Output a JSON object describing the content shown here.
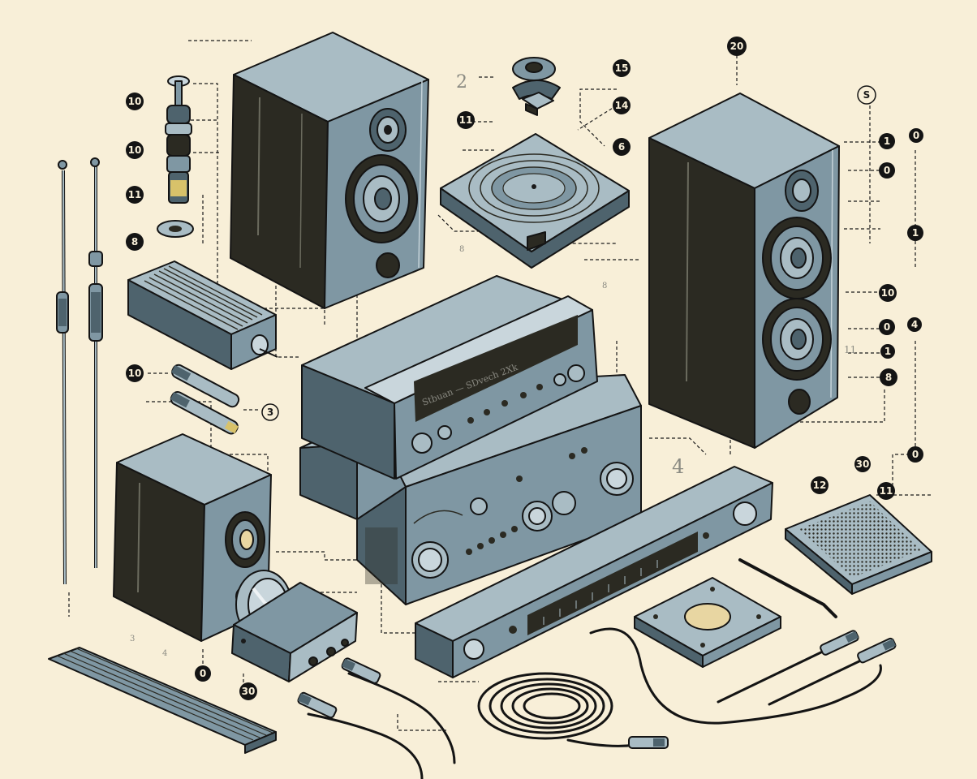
{
  "colors": {
    "background": "#f8efd8",
    "ink": "#141414",
    "steel": "#7f97a3",
    "steel_light": "#a9bcc4",
    "steel_dark": "#4e636d",
    "panel_dark": "#2b2a22"
  },
  "receiver_label": "Stbuan — SDvech 2Xk",
  "faint_marks": [
    "2",
    "4",
    "11",
    "3",
    "4",
    "8",
    "8"
  ],
  "callouts": [
    {
      "id": "c1",
      "label": "10",
      "style": "filled"
    },
    {
      "id": "c2",
      "label": "10",
      "style": "filled"
    },
    {
      "id": "c3",
      "label": "11",
      "style": "filled"
    },
    {
      "id": "c4",
      "label": "8",
      "style": "filled"
    },
    {
      "id": "c5",
      "label": "11",
      "style": "filled"
    },
    {
      "id": "c6",
      "label": "15",
      "style": "filled"
    },
    {
      "id": "c7",
      "label": "14",
      "style": "filled"
    },
    {
      "id": "c8",
      "label": "6",
      "style": "filled"
    },
    {
      "id": "c9",
      "label": "20",
      "style": "filled"
    },
    {
      "id": "c10",
      "label": "S",
      "style": "hollow"
    },
    {
      "id": "c11",
      "label": "0",
      "style": "filled"
    },
    {
      "id": "c12",
      "label": "1",
      "style": "filled"
    },
    {
      "id": "c13",
      "label": "0",
      "style": "filled"
    },
    {
      "id": "c14",
      "label": "1",
      "style": "filled"
    },
    {
      "id": "c15",
      "label": "10",
      "style": "filled"
    },
    {
      "id": "c16",
      "label": "0",
      "style": "filled"
    },
    {
      "id": "c17",
      "label": "4",
      "style": "filled"
    },
    {
      "id": "c18",
      "label": "1",
      "style": "filled"
    },
    {
      "id": "c19",
      "label": "8",
      "style": "filled"
    },
    {
      "id": "c20",
      "label": "0",
      "style": "filled"
    },
    {
      "id": "c21",
      "label": "10",
      "style": "filled"
    },
    {
      "id": "c22",
      "label": "3",
      "style": "hollow"
    },
    {
      "id": "c23",
      "label": "30",
      "style": "filled"
    },
    {
      "id": "c24",
      "label": "12",
      "style": "filled"
    },
    {
      "id": "c25",
      "label": "11",
      "style": "filled"
    },
    {
      "id": "c26",
      "label": "0",
      "style": "filled"
    },
    {
      "id": "c27",
      "label": "30",
      "style": "filled"
    }
  ]
}
